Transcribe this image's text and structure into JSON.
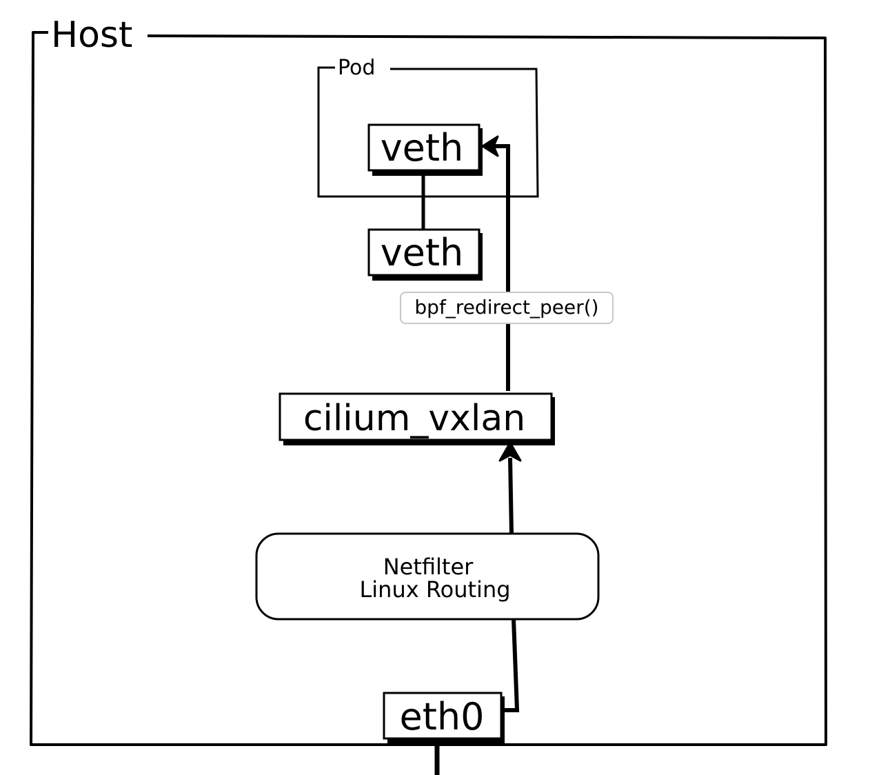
{
  "host": {
    "label": "Host"
  },
  "pod": {
    "label": "Pod"
  },
  "nodes": {
    "pod_veth": "veth",
    "host_veth": "veth",
    "cilium_vxlan": "cilium_vxlan",
    "routing_line1": "Netfilter",
    "routing_line2": "Linux Routing",
    "eth0": "eth0"
  },
  "edge_labels": {
    "redirect": "bpf_redirect_peer()"
  },
  "colors": {
    "stroke": "#000000",
    "background": "#ffffff",
    "label_border": "#c8c8c8"
  }
}
